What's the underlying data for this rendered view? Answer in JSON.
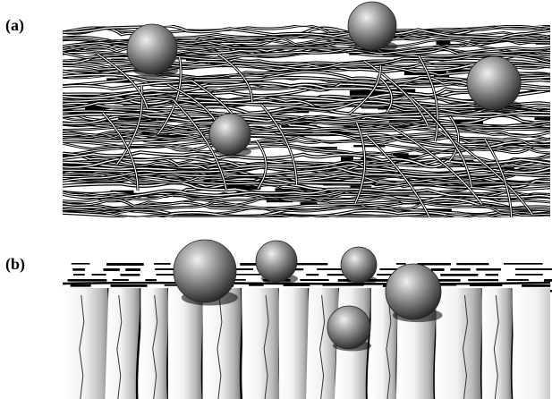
{
  "panels": [
    {
      "label": "(a)",
      "description_icon": "fibrous-mat"
    },
    {
      "label": "(b)",
      "description_icon": "columnar-membrane"
    }
  ],
  "colors": {
    "ink": "#000000",
    "paper": "#ffffff",
    "sphere_light": "#e6e6e6",
    "sphere_dark": "#3a3a3a"
  }
}
